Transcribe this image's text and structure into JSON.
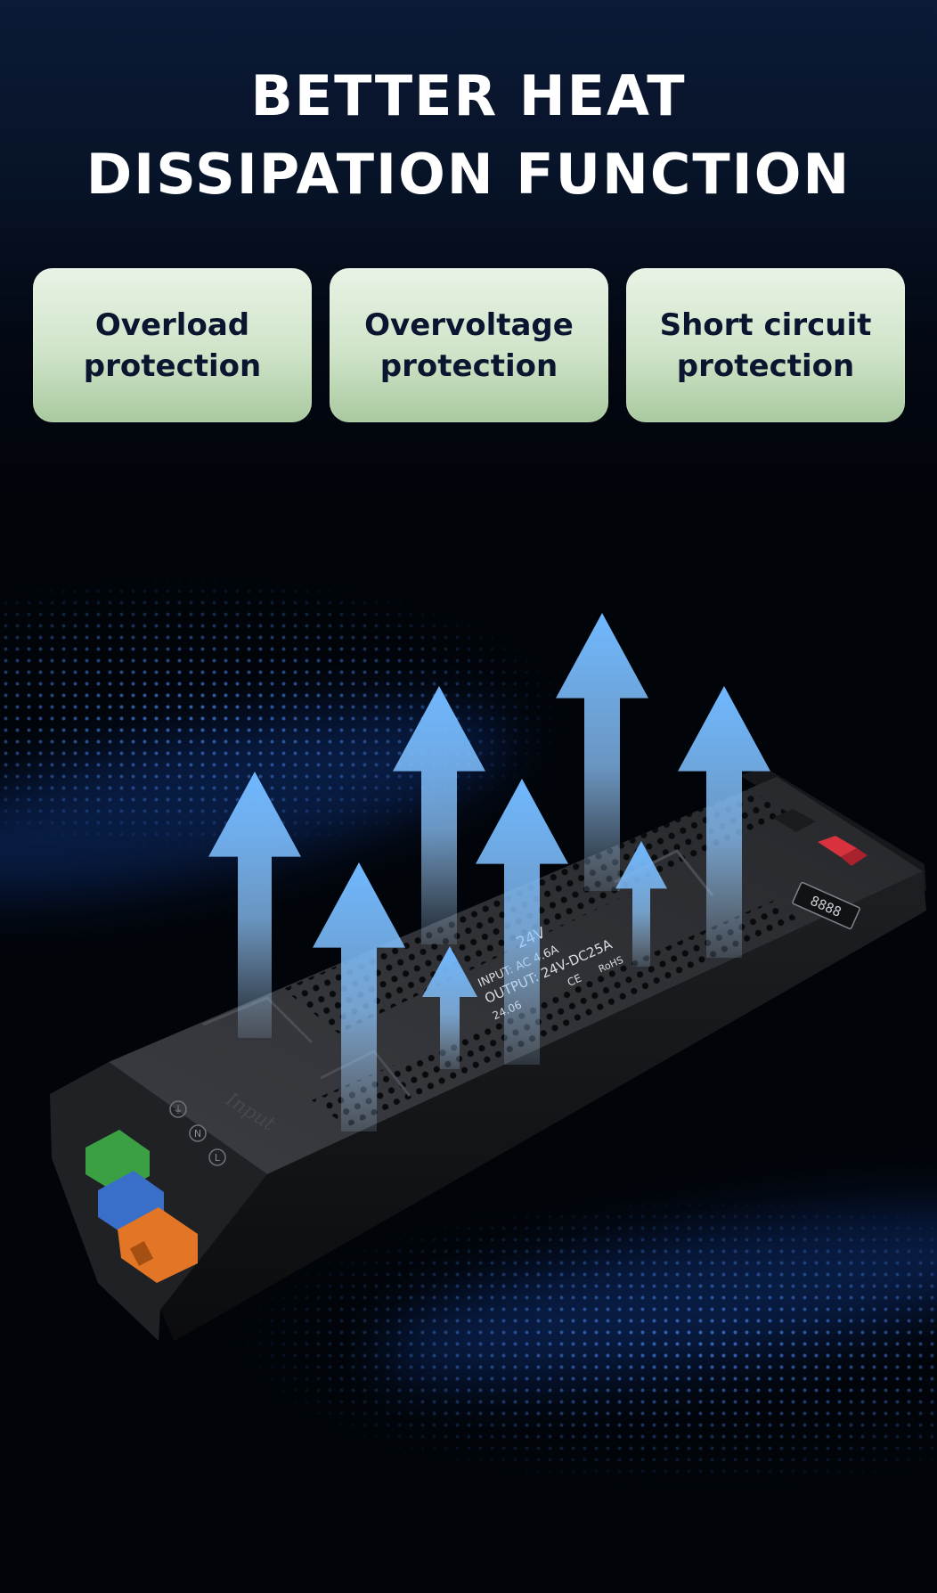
{
  "headline": {
    "line1": "BETTER HEAT",
    "line2": "DISSIPATION FUNCTION"
  },
  "features": [
    {
      "line1": "Overload",
      "line2": "protection"
    },
    {
      "line1": "Overvoltage",
      "line2": "protection"
    },
    {
      "line1": "Short circuit",
      "line2": "protection"
    }
  ],
  "product": {
    "terminal_label": "Input",
    "terminal_marks": [
      "⏚",
      "N",
      "L"
    ],
    "label_lines": [
      "24V",
      "INPUT: AC 4.6A",
      "OUTPUT: 24V-DC25A",
      "24.06"
    ],
    "cert_marks": [
      "CE",
      "RoHS"
    ],
    "display_digits": "8888"
  },
  "colors": {
    "background": "#010409",
    "heading": "#ffffff",
    "badge_text": "#0b1530",
    "badge_fill": "#cfe4c9",
    "arrow": "#6fb8ff",
    "dot_pattern": "#4682e6",
    "housing": "#2b2d31",
    "terminal_green": "#3aa043",
    "terminal_blue": "#3a6fc9",
    "terminal_orange": "#e27526",
    "terminal_red": "#d8323f"
  },
  "icons": [
    "heat-arrow-icon",
    "ground-symbol-icon"
  ]
}
